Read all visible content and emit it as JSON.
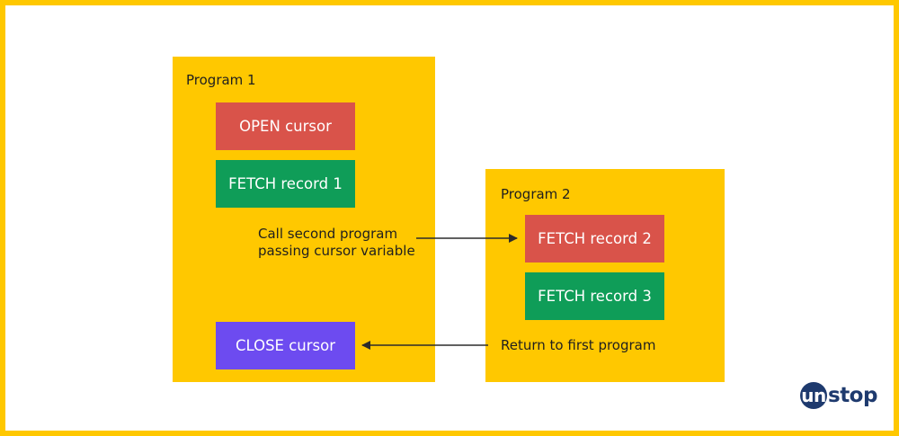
{
  "program1": {
    "title": "Program 1",
    "open_label": "OPEN cursor",
    "fetch_label": "FETCH record 1",
    "call_line1": "Call second program",
    "call_line2": "passing cursor variable",
    "close_label": "CLOSE cursor"
  },
  "program2": {
    "title": "Program 2",
    "fetch2_label": "FETCH record 2",
    "fetch3_label": "FETCH record 3",
    "return_label": "Return to first program"
  },
  "logo": {
    "mark": "un",
    "rest": "stop"
  },
  "colors": {
    "panel": "#FFC800",
    "red": "#D9534A",
    "green": "#0F9D58",
    "purple": "#6D4BF0",
    "logo": "#1E3A6E"
  }
}
